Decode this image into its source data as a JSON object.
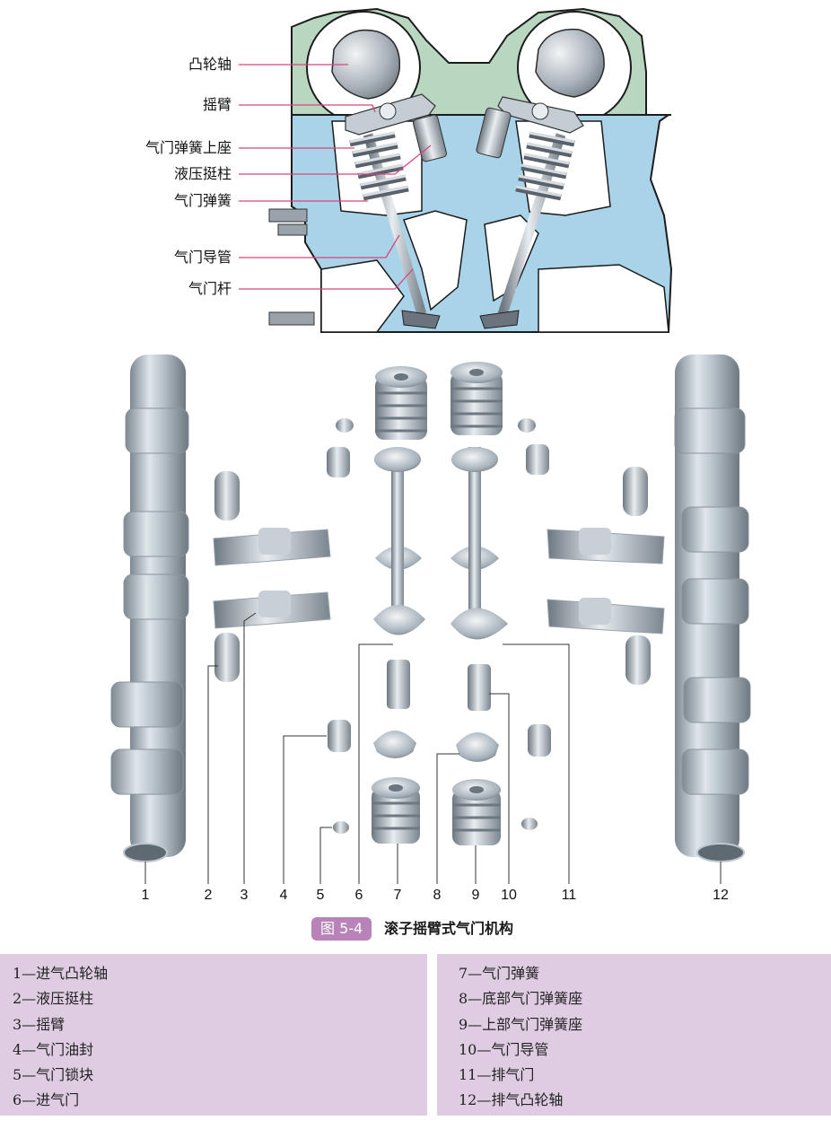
{
  "top_callouts": [
    {
      "label": "凸轮轴"
    },
    {
      "label": "摇臂"
    },
    {
      "label": "气门弹簧上座"
    },
    {
      "label": "液压挺柱"
    },
    {
      "label": "气门弹簧"
    },
    {
      "label": "气门导管"
    },
    {
      "label": "气门杆"
    }
  ],
  "part_numbers": [
    "1",
    "2",
    "3",
    "4",
    "5",
    "6",
    "7",
    "8",
    "9",
    "10",
    "11",
    "12"
  ],
  "figure": {
    "badge": "图 5-4",
    "title": "滚子摇臂式气门机构"
  },
  "legend": {
    "left": [
      "1—进气凸轮轴",
      "2—液压挺柱",
      "3—摇臂",
      "4—气门油封",
      "5—气门锁块",
      "6—进气门"
    ],
    "right": [
      "7—气门弹簧",
      "8—底部气门弹簧座",
      "9—上部气门弹簧座",
      "10—气门导管",
      "11—排气门",
      "12—排气凸轮轴"
    ]
  },
  "colors": {
    "head_green": "#b9d6c0",
    "coolant_blue": "#a9d3e8",
    "callout_line": "#d6457e",
    "badge": "#b783b8",
    "legend_bg": "#dfcce3",
    "metal": "#b9c3cc"
  }
}
